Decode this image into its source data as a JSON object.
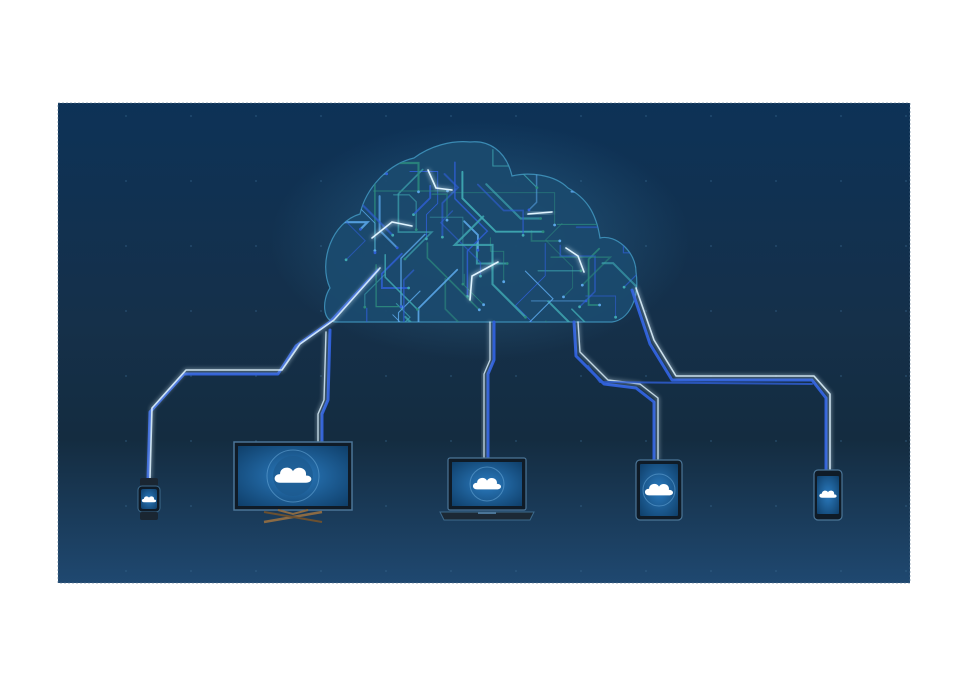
{
  "scene": {
    "colors": {
      "page_background": "#ffffff",
      "bg_top": "#0f3458",
      "bg_mid": "#163650",
      "bg_bottom": "#1e4468",
      "cloud_fill": "#1c4d73",
      "circuit_teal": "#3fa8b2",
      "circuit_green": "#2c8a7e",
      "wire_blue": "#2f5fd6",
      "wire_glow": "#dff4ff",
      "screen_blue": "#1a5f96",
      "device_frame": "#0f1b27"
    },
    "cloud": {
      "icon": "circuit-board-cloud"
    },
    "devices": [
      {
        "kind": "smartwatch",
        "icon": "cloud-icon"
      },
      {
        "kind": "monitor",
        "icon": "cloud-icon"
      },
      {
        "kind": "laptop",
        "icon": "cloud-icon"
      },
      {
        "kind": "tablet",
        "icon": "cloud-icon"
      },
      {
        "kind": "smartphone",
        "icon": "cloud-icon"
      }
    ]
  }
}
